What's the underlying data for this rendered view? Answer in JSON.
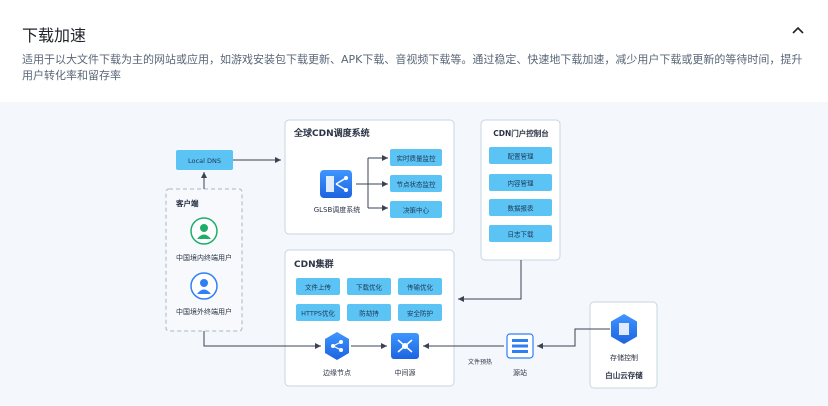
{
  "header": {
    "title": "下载加速",
    "description": "适用于以大文件下载为主的网站或应用，如游戏安装包下载更新、APK下载、音视频下载等。通过稳定、快速地下载加速，减少用户下载或更新的等待时间，提升用户转化率和留存率",
    "collapse_icon": "chevron-up-icon"
  },
  "diagram": {
    "local_dns": "Local DNS",
    "client": {
      "title": "客户端",
      "domestic_user": "中国境内终端用户",
      "overseas_user": "中国境外终端用户"
    },
    "global_cdn": {
      "title": "全球CDN调度系统",
      "glsb": "GLSB调度系统",
      "items": [
        "实时质量监控",
        "节点状态监控",
        "决策中心"
      ]
    },
    "portal": {
      "title": "CDN门户控制台",
      "items": [
        "配置管理",
        "内容管理",
        "数据报表",
        "日志下载"
      ]
    },
    "cluster": {
      "title": "CDN集群",
      "items": [
        "文件上传",
        "下载优化",
        "传输优化",
        "HTTPS优化",
        "防劫持",
        "安全防护"
      ],
      "edge_node": "边缘节点",
      "mid_source": "中间源"
    },
    "file_prefetch": "文件预热",
    "origin": "源站",
    "storage": {
      "control": "存储控制",
      "title": "白山云存储"
    },
    "colors": {
      "primary": "#2f7ff5",
      "chip": "#5cc3f5",
      "border": "#c9d5e5",
      "green": "#1fae6a"
    }
  }
}
